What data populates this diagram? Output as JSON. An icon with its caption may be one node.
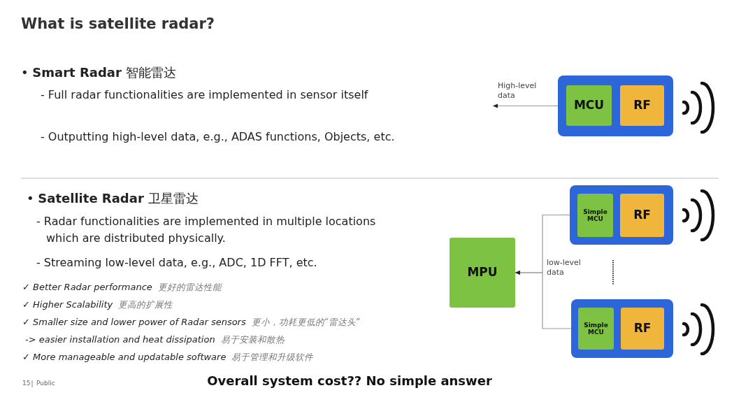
{
  "diagram": {
    "title": "What is satellite radar?",
    "nodes": [
      {
        "text": [],
        "shape": "box"
      },
      {
        "text": [
          "MCU"
        ],
        "in": 0
      },
      {
        "text": [
          "RF"
        ],
        "in": 0
      },
      {
        "text": [],
        "shape": "box"
      },
      {
        "text": [
          "Simple MCU"
        ],
        "in": 3
      },
      {
        "text": [
          "RF"
        ],
        "in": 3
      },
      {
        "text": [],
        "shape": "box"
      },
      {
        "text": [
          "Simple MCU"
        ],
        "in": 6
      },
      {
        "text": [
          "RF"
        ],
        "in": 6
      },
      {
        "text": [
          "MPU"
        ]
      }
    ],
    "edges": [
      {
        "from": 0,
        "to": null,
        "arrow": "to",
        "label": "High-level data"
      },
      {
        "from": 3,
        "to": 9,
        "arrow": "to",
        "label": "low-level data"
      },
      {
        "from": 6,
        "to": 9,
        "arrow": "to"
      }
    ],
    "labels": [
      "• **Smart Radar** 智能雷达",
      "- Full radar functionalities are implemented in sensor itself",
      "- Outputting high-level data, e.g., ADAS functions, Objects, etc.",
      "• **Satellite Radar** 卫星雷达",
      "- Radar functionalities are implemented in multiple locations which are distributed physically.",
      "- Streaming low-level data, e.g., ADC, 1D FFT, etc.",
      "✓ Better Radar performance",
      "更好的雷达性能",
      "✓ Higher Scalability",
      "更高的扩展性",
      "✓ Smaller size and lower power of Radar sensors",
      "更小，功耗更低的“雷达头”",
      "-> easier installation and heat dissipation",
      "易于安装和散热",
      "✓ More manageable and updatable software",
      "易于管理和升级软件",
      "15",
      "Public",
      "Overall system cost?? No simple answer"
    ]
  }
}
